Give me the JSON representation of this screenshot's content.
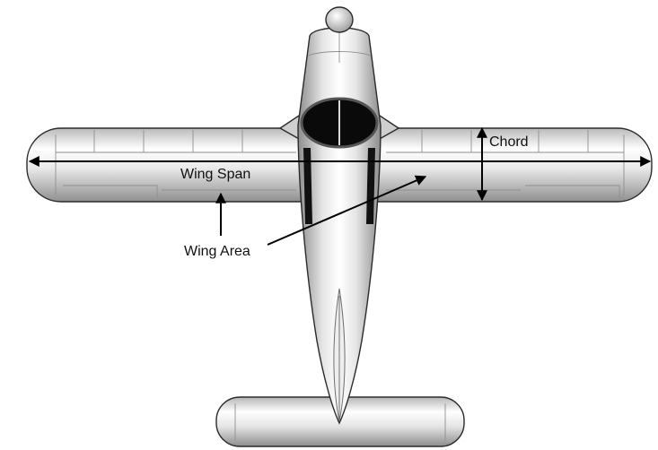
{
  "labels": {
    "chord": "Chord",
    "wing_span": "Wing Span",
    "wing_area": "Wing Area"
  },
  "colors": {
    "airframe_light": "#ffffff",
    "airframe_mid": "#d6d6d6",
    "airframe_dark": "#8c8c8c",
    "outline": "#2a2a2a",
    "arrow": "#000000"
  }
}
